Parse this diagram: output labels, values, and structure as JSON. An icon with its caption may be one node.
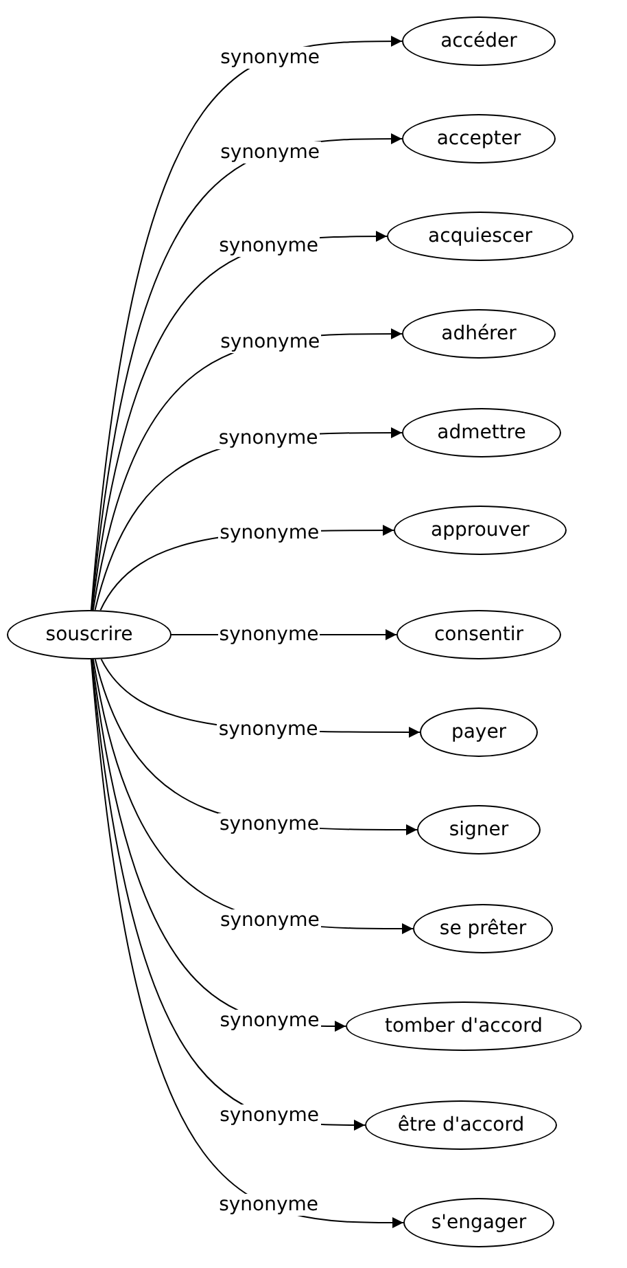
{
  "diagram": {
    "nodes": [
      {
        "text": [
          "souscrire"
        ]
      },
      {
        "text": [
          "accéder"
        ]
      },
      {
        "text": [
          "accepter"
        ]
      },
      {
        "text": [
          "acquiescer"
        ]
      },
      {
        "text": [
          "adhérer"
        ]
      },
      {
        "text": [
          "admettre"
        ]
      },
      {
        "text": [
          "approuver"
        ]
      },
      {
        "text": [
          "consentir"
        ]
      },
      {
        "text": [
          "payer"
        ]
      },
      {
        "text": [
          "signer"
        ]
      },
      {
        "text": [
          "se prêter"
        ]
      },
      {
        "text": [
          "tomber d'accord"
        ]
      },
      {
        "text": [
          "être d'accord"
        ]
      },
      {
        "text": [
          "s'engager"
        ]
      }
    ],
    "edges": [
      {
        "from": 0,
        "to": 1,
        "arrow": "to",
        "label": "synonyme"
      },
      {
        "from": 0,
        "to": 2,
        "arrow": "to",
        "label": "synonyme"
      },
      {
        "from": 0,
        "to": 3,
        "arrow": "to",
        "label": "synonyme"
      },
      {
        "from": 0,
        "to": 4,
        "arrow": "to",
        "label": "synonyme"
      },
      {
        "from": 0,
        "to": 5,
        "arrow": "to",
        "label": "synonyme"
      },
      {
        "from": 0,
        "to": 6,
        "arrow": "to",
        "label": "synonyme"
      },
      {
        "from": 0,
        "to": 7,
        "arrow": "to",
        "label": "synonyme"
      },
      {
        "from": 0,
        "to": 8,
        "arrow": "to",
        "label": "synonyme"
      },
      {
        "from": 0,
        "to": 9,
        "arrow": "to",
        "label": "synonyme"
      },
      {
        "from": 0,
        "to": 10,
        "arrow": "to",
        "label": "synonyme"
      },
      {
        "from": 0,
        "to": 11,
        "arrow": "to",
        "label": "synonyme"
      },
      {
        "from": 0,
        "to": 12,
        "arrow": "to",
        "label": "synonyme"
      },
      {
        "from": 0,
        "to": 13,
        "arrow": "to",
        "label": "synonyme"
      }
    ]
  }
}
